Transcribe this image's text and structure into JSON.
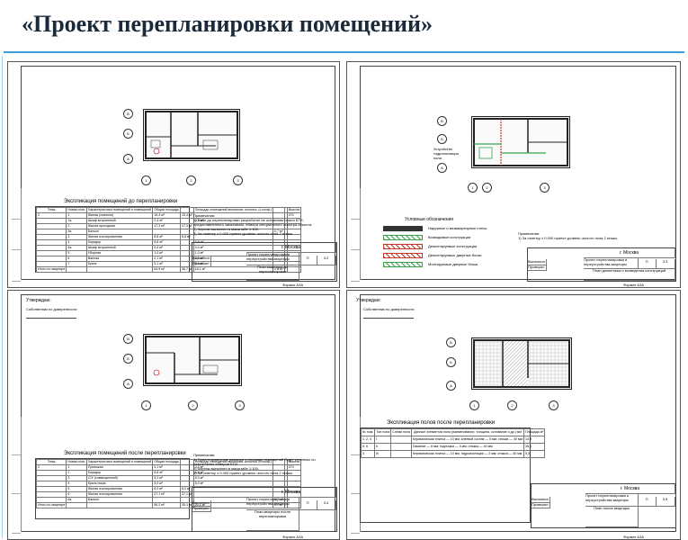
{
  "page": {
    "title": "«Проект перепланировки помещений»"
  },
  "sheets": [
    {
      "format_label": "Формат А3А",
      "city": "г. Москва",
      "stamp_project": "Проект перепланировки и переустройства квартиры",
      "stamp_sheet_title": "План квартиры до перепланировки",
      "stamp_stage": "П",
      "stamp_sheet_no": "3.2",
      "stamp_roles": [
        "Выполнил",
        "Проверил"
      ],
      "table": {
        "title": "Экспликация помещений до перепланировки",
        "headers": [
          "Этаж",
          "Номер пом.",
          "Характеристика помещений и помещений",
          "Общая площадь",
          "",
          "Площадь помещений вспомогат. использ. (с коэф.)",
          "",
          "",
          "Высота"
        ],
        "rows": [
          [
            "2",
            "1",
            "Жилая (спальня)",
            "15,4 м²",
            "15,4 м²",
            "",
            "",
            "",
            "270"
          ],
          [
            "",
            "1а",
            "Шкаф встроенный",
            "2,4 м²",
            "",
            "2,4 м²",
            "",
            "",
            ""
          ],
          [
            "",
            "2",
            "Жилая проходная",
            "17,3 м²",
            "17,3 м²",
            "",
            "",
            "",
            ""
          ],
          [
            "",
            "3а",
            "Балкон",
            "",
            "",
            "",
            "0,7 м²",
            "",
            ""
          ],
          [
            "",
            "3",
            "Жилая изолированная",
            "8,8 м²",
            "8,8 м²",
            "",
            "",
            "",
            ""
          ],
          [
            "",
            "4",
            "Коридор",
            "6,8 м²",
            "",
            "6,8 м²",
            "",
            "",
            ""
          ],
          [
            "",
            "4а",
            "Шкаф встроенный",
            "0,4 м²",
            "",
            "0,4 м²",
            "",
            "",
            ""
          ],
          [
            "",
            "5",
            "Уборная",
            "1,0 м²",
            "",
            "1,0 м²",
            "",
            "",
            ""
          ],
          [
            "",
            "6",
            "Ванная",
            "2,1 м²",
            "",
            "2,1 м²",
            "",
            "",
            ""
          ],
          [
            "",
            "7",
            "Кухня",
            "5,1 м²",
            "",
            "5,1 м²",
            "",
            "",
            ""
          ],
          [
            "Итого по квартире",
            "",
            "",
            "54,9 м²",
            "36,7 м²",
            "18,1 м²",
            "0,8 м²",
            "",
            ""
          ]
        ]
      },
      "notes": [
        "Примечания:",
        "1) План до перепланировки разработан на основании плана БТИ,",
        "предоставленного заказчиком, обмера специального осмотра объекта.",
        "2) Чертеж выполнен в масштабе 1:100.",
        "3) За отметку ± 0.000 принят уровень чистого пола 2 этажа."
      ]
    },
    {
      "format_label": "Формат А3А",
      "city": "г. Москва",
      "stamp_project": "Проект перепланировки и переустройства квартиры",
      "stamp_sheet_title": "План демонтажа и возведения конструкций",
      "stamp_stage": "П",
      "stamp_sheet_no": "3.3",
      "stamp_roles": [
        "Выполнил",
        "Проверил"
      ],
      "plan_label": "Устройство гидроизоляции пола",
      "legend_title": "Условные обозначения",
      "legend": [
        {
          "label": "Наружные и межквартирные стены",
          "color": "#333333"
        },
        {
          "label": "Возводимые конструкции",
          "color": "#3aa04a"
        },
        {
          "label": "Демонтируемые конструкции",
          "color": "#c0392b"
        },
        {
          "label": "Демонтируемые дверные блоки",
          "color": "#c0392b"
        },
        {
          "label": "Монтируемые дверные блоки",
          "color": "#3aa04a"
        }
      ],
      "notes": [
        "Примечание:",
        "1) За отметку ± 0.000 принят уровень чистого пола 2 этажа."
      ]
    },
    {
      "format_label": "Формат А3А",
      "city": "г. Москва",
      "stamp_project": "Проект перепланировки и переустройства квартиры",
      "stamp_sheet_title": "План квартиры после перепланировки",
      "stamp_stage": "П",
      "stamp_sheet_no": "3.4",
      "stamp_roles": [
        "Выполнил",
        "Проверил"
      ],
      "approval_top": "Утверждаю:",
      "approval_sub": "Собственник по доверенности",
      "table": {
        "title": "Экспликация помещений после перепланировки",
        "headers": [
          "Этаж",
          "Номер пом.",
          "Характеристика помещений и помещений",
          "Общая площадь",
          "",
          "Площадь помещений вспомогат. использ. (с коэф.)",
          "",
          "",
          "Высота"
        ],
        "rows": [
          [
            "2",
            "1",
            "Прихожая",
            "3,1 м²",
            "",
            "3,1 м²",
            "",
            "",
            "270"
          ],
          [
            "",
            "2",
            "Коридор",
            "6,8 м²",
            "",
            "6,8 м²",
            "",
            "",
            ""
          ],
          [
            "",
            "3",
            "С/У (совмещенный)",
            "5,3 м²",
            "",
            "5,3 м²",
            "",
            "",
            ""
          ],
          [
            "",
            "4",
            "Кухня-ниша",
            "5,0 м²",
            "",
            "5,0 м²",
            "",
            "",
            ""
          ],
          [
            "",
            "5",
            "Жилая изолированная",
            "8,0 м²",
            "8,0 м²",
            "",
            "",
            "",
            ""
          ],
          [
            "",
            "6",
            "Жилая изолированная",
            "27,1 м²",
            "27,1 м²",
            "",
            "",
            "",
            ""
          ],
          [
            "",
            "6а",
            "Балкон",
            "",
            "",
            "",
            "0,7 м²",
            "",
            ""
          ],
          [
            "Итого по квартире",
            "",
            "",
            "56,2 м²",
            "35,1 м²",
            "20,1 м²",
            "0,7 м²",
            "",
            ""
          ]
        ]
      },
      "notes": [
        "Примечания:",
        "1) Ориентировочные размеры и площади помещений будут уточнены по",
        "результатам обмеров БТИ.",
        "2) Чертеж выполнен в масштабе 1:100.",
        "3) За отметку ± 0.000 принят уровень чистого пола 2 этажа."
      ]
    },
    {
      "format_label": "Формат А3А",
      "city": "г. Москва",
      "stamp_project": "Проект перепланировки и переустройства квартиры",
      "stamp_sheet_title": "План полов квартиры",
      "stamp_stage": "П",
      "stamp_sheet_no": "3.5",
      "stamp_roles": [
        "Выполнил",
        "Проверил"
      ],
      "approval_top": "Утверждаю:",
      "approval_sub": "Собственник по доверенности",
      "table": {
        "title": "Экспликация полов после перепланировки",
        "headers": [
          "№ пом.",
          "Тип пола",
          "Схема пола",
          "Данные элементов пола (наименование, толщина, основание и др.) мм",
          "Площадь м²"
        ],
        "rows": [
          [
            "1, 2, 4",
            "I",
            "",
            "Керамическая плитка — 10 мм; клеевой состав — 5 мм; стяжка — 40 мм",
            "14,9"
          ],
          [
            "5, 6",
            "II",
            "",
            "Ламинат — 8 мм; подложка — 3 мм; стяжка — 40 мм",
            "35,1"
          ],
          [
            "3",
            "III",
            "",
            "Керамическая плитка — 10 мм; гидроизоляция — 2 мм; стяжка — 40 мм",
            "5,3"
          ]
        ]
      }
    }
  ],
  "axes": {
    "cols": [
      "1",
      "2",
      "3"
    ],
    "rows": [
      "А",
      "Б",
      "В"
    ]
  }
}
